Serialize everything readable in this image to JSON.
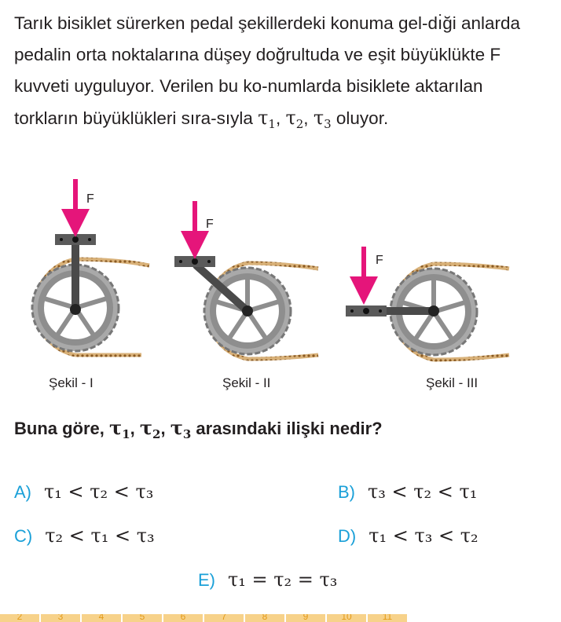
{
  "question": {
    "text_main": "Tarık bisiklet sürerken pedal şekillerdeki konuma gel-dı̇ği anlarda pedalin orta noktalarına düşey doğrultuda ve eşit büyüklükte F kuvveti uyguluyor. Verilen bu ko-numlarda bisiklete aktarılan torkların büyüklükleri sıra-sıyla",
    "tau_sym": "τ",
    "sub1": "1",
    "sub2": "2",
    "sub3": "3",
    "text_end": "oluyor."
  },
  "figures": [
    {
      "label": "Şekil - I",
      "force_label": "F"
    },
    {
      "label": "Şekil - II",
      "force_label": "F"
    },
    {
      "label": "Şekil - III",
      "force_label": "F"
    }
  ],
  "prompt": {
    "before": "Buna göre,",
    "after": "arasındaki ilişki nedir?"
  },
  "options": [
    {
      "letter": "A)",
      "expr": "τ₁ < τ₂ < τ₃"
    },
    {
      "letter": "B)",
      "expr": "τ₃ < τ₂ < τ₁"
    },
    {
      "letter": "C)",
      "expr": "τ₂ < τ₁ < τ₃"
    },
    {
      "letter": "D)",
      "expr": "τ₁ < τ₃ < τ₂"
    },
    {
      "letter": "E)",
      "expr": "τ₁ = τ₂ = τ₃"
    }
  ],
  "page_numbers": [
    "2",
    "3",
    "4",
    "5",
    "6",
    "7",
    "8",
    "9",
    "10",
    "11"
  ],
  "colors": {
    "force_arrow": "#e5157a",
    "option_letter": "#1aa0d8",
    "gear": "#8e8e8e",
    "chain": "#b5874e"
  }
}
